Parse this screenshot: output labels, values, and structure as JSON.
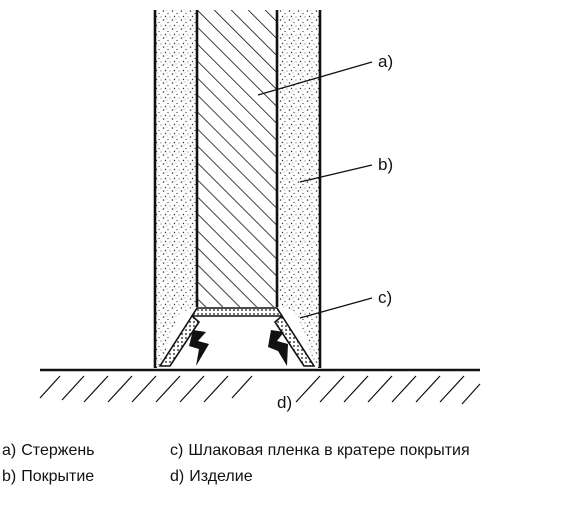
{
  "diagram": {
    "callouts": [
      {
        "id": "a",
        "label": "a)"
      },
      {
        "id": "b",
        "label": "b)"
      },
      {
        "id": "c",
        "label": "c)"
      },
      {
        "id": "d",
        "label": "d)"
      }
    ]
  },
  "legend": [
    {
      "key": "a)",
      "text": "Стержень"
    },
    {
      "key": "b)",
      "text": "Покрытие"
    },
    {
      "key": "c)",
      "text": "Шлаковая пленка в кратере покрытия"
    },
    {
      "key": "d)",
      "text": "Изделие"
    }
  ],
  "colors": {
    "line": "#111111",
    "background": "#ffffff",
    "coating_speckle": "#333333"
  }
}
